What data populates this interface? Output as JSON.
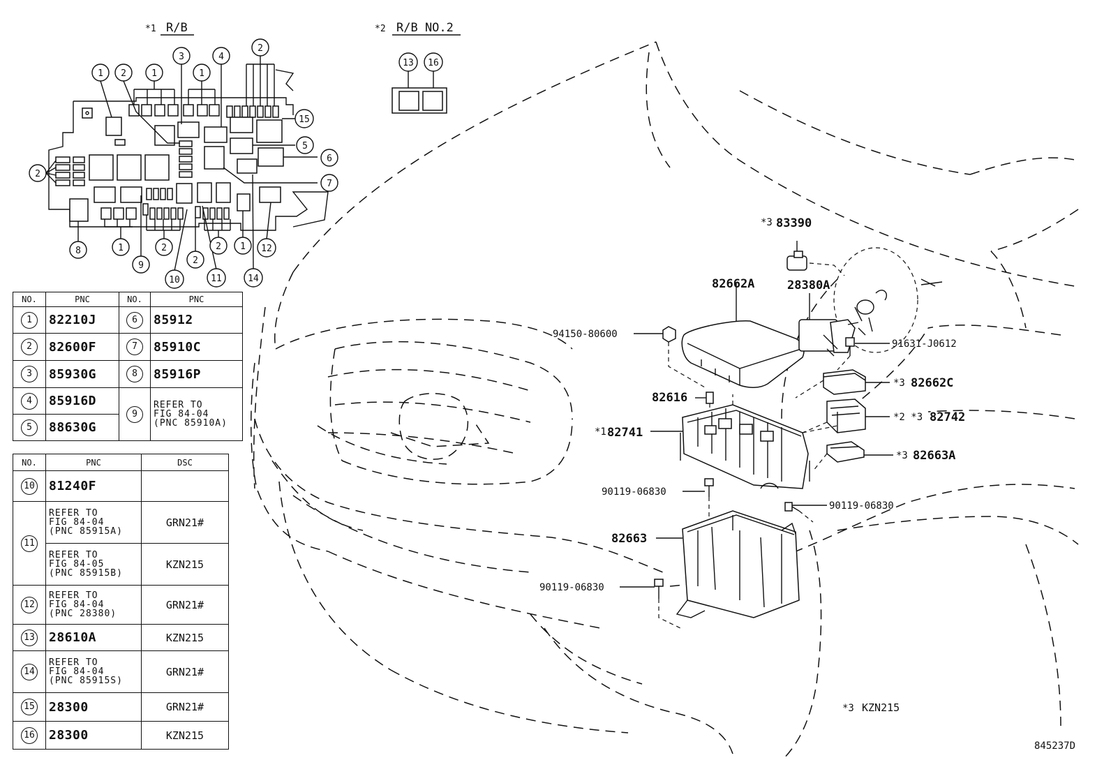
{
  "rb_header": {
    "mark": "*1",
    "label": "R/B"
  },
  "rb2_header": {
    "mark": "*2",
    "label": "R/B NO.2"
  },
  "rb_callouts": {
    "c1": "1",
    "c2": "2",
    "c3": "3",
    "c4": "4",
    "c5": "5",
    "c6": "6",
    "c7": "7",
    "c8": "8",
    "c9": "9",
    "c10": "10",
    "c11": "11",
    "c12": "12",
    "c13": "13",
    "c14": "14",
    "c15": "15",
    "c16": "16"
  },
  "table1": {
    "headers": {
      "no1": "NO.",
      "pnc1": "PNC",
      "no2": "NO.",
      "pnc2": "PNC"
    },
    "rows": [
      {
        "no": "1",
        "pnc": "82210J",
        "no2": "6",
        "pnc2": "85912"
      },
      {
        "no": "2",
        "pnc": "82600F",
        "no2": "7",
        "pnc2": "85910C"
      },
      {
        "no": "3",
        "pnc": "85930G",
        "no2": "8",
        "pnc2": "85916P"
      },
      {
        "no": "4",
        "pnc": "85916D",
        "no2": "9",
        "ref": [
          "REFER TO",
          "FIG 84-04",
          "(PNC 85910A)"
        ]
      },
      {
        "no": "5",
        "pnc": "88630G"
      }
    ]
  },
  "table2": {
    "headers": {
      "no": "NO.",
      "pnc": "PNC",
      "dsc": "DSC"
    },
    "rows": [
      {
        "no": "10",
        "pnc": "81240F",
        "dsc": ""
      },
      {
        "no": "11",
        "ref": [
          "REFER TO",
          "FIG 84-04",
          "(PNC 85915A)"
        ],
        "dsc": "GRN21#"
      },
      {
        "ref": [
          "REFER TO",
          "FIG 84-05",
          "(PNC 85915B)"
        ],
        "dsc": "KZN215"
      },
      {
        "no": "12",
        "ref": [
          "REFER TO",
          "FIG 84-04",
          "(PNC 28380)"
        ],
        "dsc": "GRN21#"
      },
      {
        "no": "13",
        "pnc": "28610A",
        "dsc": "KZN215"
      },
      {
        "no": "14",
        "ref": [
          "REFER TO",
          "FIG 84-04",
          "(PNC 85915S)"
        ],
        "dsc": "GRN21#"
      },
      {
        "no": "15",
        "pnc": "28300",
        "dsc": "GRN21#"
      },
      {
        "no": "16",
        "pnc": "28300",
        "dsc": "KZN215"
      }
    ]
  },
  "part_labels": {
    "p83390": "83390",
    "p83390_mark": "*3",
    "p82662A": "82662A",
    "p28380A": "28380A",
    "p94150": "94150-80600",
    "p91631": "91631-J0612",
    "p82662C": "82662C",
    "p82662C_mark": "*3",
    "p82616": "82616",
    "p82742": "82742",
    "p82742_mark": "*2 *3",
    "p82741": "82741",
    "p82741_mark": "*1",
    "p82663A": "82663A",
    "p82663A_mark": "*3",
    "p90119a": "90119-06830",
    "p90119b": "90119-06830",
    "p82663": "82663",
    "p90119c": "90119-06830"
  },
  "footnote": {
    "mark": "*3",
    "text": "KZN215"
  },
  "figure_id": "845237D"
}
